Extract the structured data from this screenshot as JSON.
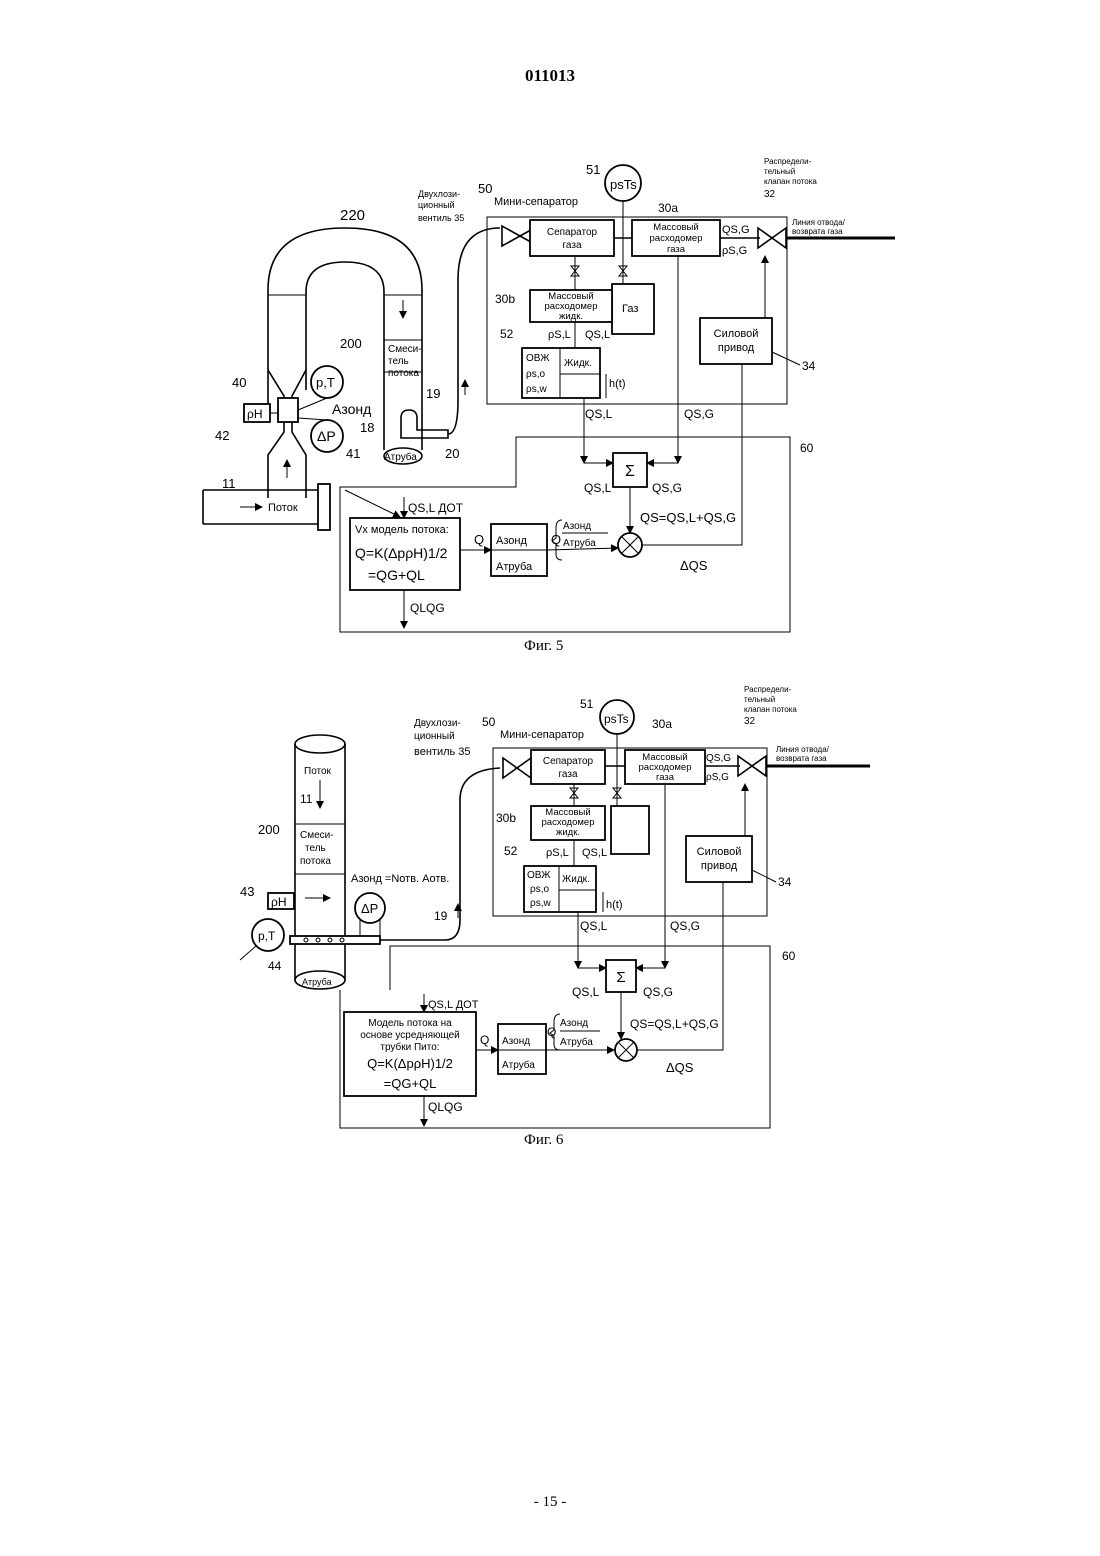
{
  "header": {
    "doc_number": "011013"
  },
  "footer": {
    "page": "- 15 -"
  },
  "fig5": {
    "caption": "Фиг. 5",
    "riser_ref": "220",
    "mixer_ref": "200",
    "mixer_label": [
      "Смеси-",
      "тель",
      "потока"
    ],
    "probe_ref": "40",
    "pt": "p,T",
    "rho_h": "ρH",
    "a_probe": "Aзонд",
    "dp": "ΔP",
    "ref_41": "41",
    "ref_42": "42",
    "ref_18": "18",
    "ref_19": "19",
    "ref_20": "20",
    "a_pipe": "Aтруба",
    "flow_ref": "11",
    "flow_label": "Поток",
    "valve_label": [
      "Двухлози-",
      "ционный",
      "вентиль 35"
    ],
    "sep_ref": "50",
    "sep_label": "Мини-сепаратор",
    "ps_ref": "51",
    "ps_ts": "psTs",
    "gas_sep": [
      "Сепаратор",
      "газа"
    ],
    "gmf_ref": "30a",
    "gmf": [
      "Массовый",
      "расходомер",
      "газа"
    ],
    "qsg": "QS,G",
    "rhosg": "ρS,G",
    "dist_valve": [
      "Распредели-",
      "тельный",
      "клапан потока",
      "32"
    ],
    "gas_line": [
      "Линия отвода/",
      "возврата газа"
    ],
    "lmf_ref": "30b",
    "lmf": [
      "Массовый",
      "расходомер",
      "жидк."
    ],
    "gas": "Газ",
    "ref_52": "52",
    "rhosl": "ρS,L",
    "qsl": "QS,L",
    "ovzh": "ОВЖ",
    "rho_so": "ρs,o",
    "rho_sw": "ρs,w",
    "liquid": "Жидк.",
    "ht": "h(t)",
    "actuator": [
      "Силовой",
      "привод"
    ],
    "ref_34": "34",
    "ref_60": "60",
    "sigma": "Σ",
    "dot": "QS,L ДОТ",
    "model": [
      "Vx модель потока:",
      "Q=K(ΔpρH)1/2",
      "=QG+QL"
    ],
    "q": "Q",
    "ratio": [
      "Aзонд",
      "Aтруба"
    ],
    "qratio": [
      "Q",
      "Aзонд",
      "Aтруба"
    ],
    "qs_eq": "QS=QS,L+QS,G",
    "dqs": "ΔQS",
    "qlqg": "QLQG"
  },
  "fig6": {
    "caption": "Фиг. 6",
    "flow_label": "Поток",
    "flow_ref": "11",
    "mixer_ref": "200",
    "mixer_label": [
      "Смеси-",
      "тель",
      "потока"
    ],
    "ref_43": "43",
    "rho_h": "ρH",
    "a_probe_eq": "Aзонд =Nотв. Aотв.",
    "dp": "ΔP",
    "pt": "p,T",
    "ref_19": "19",
    "ref_44": "44",
    "a_pipe": "Aтруба",
    "valve_label": [
      "Двухлози-",
      "ционный",
      "вентиль 35"
    ],
    "sep_ref": "50",
    "sep_label": "Мини-сепаратор",
    "ps_ref": "51",
    "ps_ts": "psTs",
    "gas_sep": [
      "Сепаратор",
      "газа"
    ],
    "gmf_ref": "30a",
    "gmf": [
      "Массовый",
      "расходомер",
      "газа"
    ],
    "qsg": "QS,G",
    "rhosg": "ρS,G",
    "dist_valve": [
      "Распредели-",
      "тельный",
      "клапан потока",
      "32"
    ],
    "gas_line": [
      "Линия отвода/",
      "возврата газа"
    ],
    "lmf_ref": "30b",
    "lmf": [
      "Массовый",
      "расходомер",
      "жидк."
    ],
    "ref_52": "52",
    "rhosl": "ρS,L",
    "qsl": "QS,L",
    "ovzh": "ОВЖ",
    "rho_so": "ρs,o",
    "rho_sw": "ρs,w",
    "liquid": "Жидк.",
    "ht": "h(t)",
    "actuator": [
      "Силовой",
      "привод"
    ],
    "ref_34": "34",
    "ref_60": "60",
    "sigma": "Σ",
    "dot": "QS,L ДОТ",
    "model": [
      "Модель потока на",
      "основе усредняющей",
      "трубки Пито:",
      "Q=K(ΔpρH)1/2",
      "=QG+QL"
    ],
    "q": "Q",
    "ratio": [
      "Aзонд",
      "Aтруба"
    ],
    "qratio": [
      "Q",
      "Aзонд",
      "Aтруба"
    ],
    "qs_eq": "QS=QS,L+QS,G",
    "dqs": "ΔQS",
    "qlqg": "QLQG"
  }
}
